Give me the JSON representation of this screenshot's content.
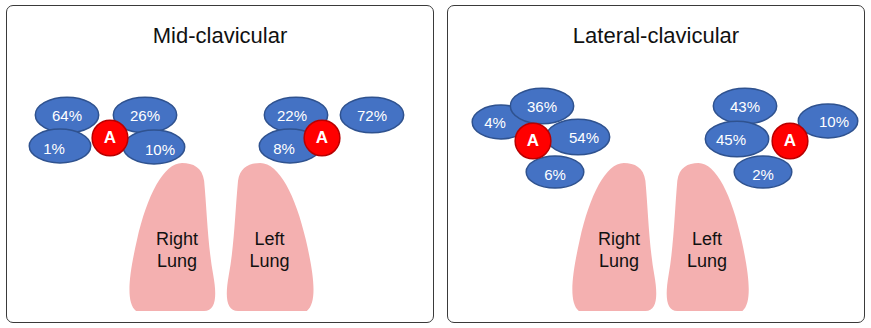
{
  "diagram": {
    "nodes": [
      {
        "text": [
          "Mid-clavicular"
        ]
      },
      {
        "text": [
          "64%"
        ],
        "in": 0
      },
      {
        "text": [
          "26%"
        ],
        "in": 0
      },
      {
        "text": [
          "1%"
        ],
        "in": 0
      },
      {
        "text": [
          "10%"
        ],
        "in": 0
      },
      {
        "text": [
          "A"
        ],
        "in": 0
      },
      {
        "text": [
          "22%"
        ],
        "in": 0
      },
      {
        "text": [
          "72%"
        ],
        "in": 0
      },
      {
        "text": [
          "8%"
        ],
        "in": 0
      },
      {
        "text": [
          "A"
        ],
        "in": 0
      },
      {
        "text": [
          "Right Lung"
        ],
        "in": 0
      },
      {
        "text": [
          "Left Lung"
        ],
        "in": 0
      },
      {
        "text": [
          "Lateral-clavicular"
        ]
      },
      {
        "text": [
          "4%"
        ],
        "in": 12
      },
      {
        "text": [
          "36%"
        ],
        "in": 12
      },
      {
        "text": [
          "54%"
        ],
        "in": 12
      },
      {
        "text": [
          "6%"
        ],
        "in": 12
      },
      {
        "text": [
          "A"
        ],
        "in": 12
      },
      {
        "text": [
          "43%"
        ],
        "in": 12
      },
      {
        "text": [
          "10%"
        ],
        "in": 12
      },
      {
        "text": [
          "45%"
        ],
        "in": 12
      },
      {
        "text": [
          "2%"
        ],
        "in": 12
      },
      {
        "text": [
          "A"
        ],
        "in": 12
      },
      {
        "text": [
          "Right Lung"
        ],
        "in": 12
      },
      {
        "text": [
          "Left Lung"
        ],
        "in": 12
      }
    ]
  }
}
